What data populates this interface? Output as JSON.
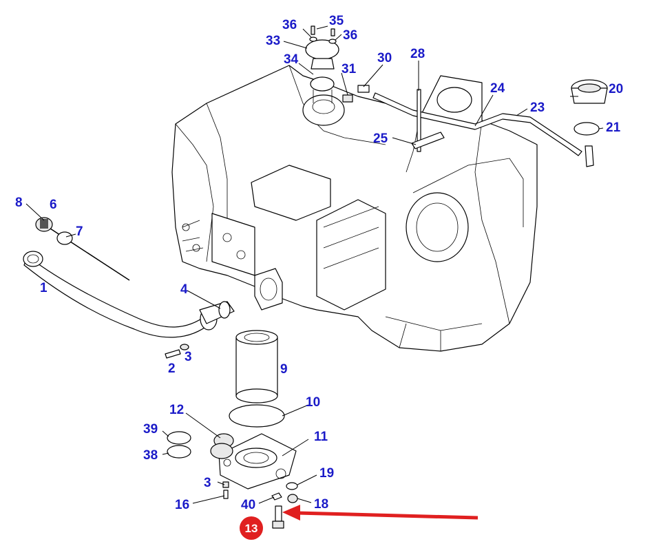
{
  "callouts": {
    "c1": "1",
    "c2": "2",
    "c3a": "3",
    "c3b": "3",
    "c4": "4",
    "c6": "6",
    "c7": "7",
    "c8": "8",
    "c9": "9",
    "c10": "10",
    "c11": "11",
    "c12": "12",
    "c16": "16",
    "c18": "18",
    "c19": "19",
    "c20": "20",
    "c21": "21",
    "c23": "23",
    "c24": "24",
    "c25": "25",
    "c28": "28",
    "c30": "30",
    "c31": "31",
    "c33": "33",
    "c34": "34",
    "c35": "35",
    "c36a": "36",
    "c36b": "36",
    "c38": "38",
    "c39": "39",
    "c40": "40"
  },
  "highlight": {
    "label": "13",
    "badge_color": "#e02020",
    "arrow_color": "#e02020"
  },
  "colors": {
    "callout": "#1a1ac8"
  }
}
